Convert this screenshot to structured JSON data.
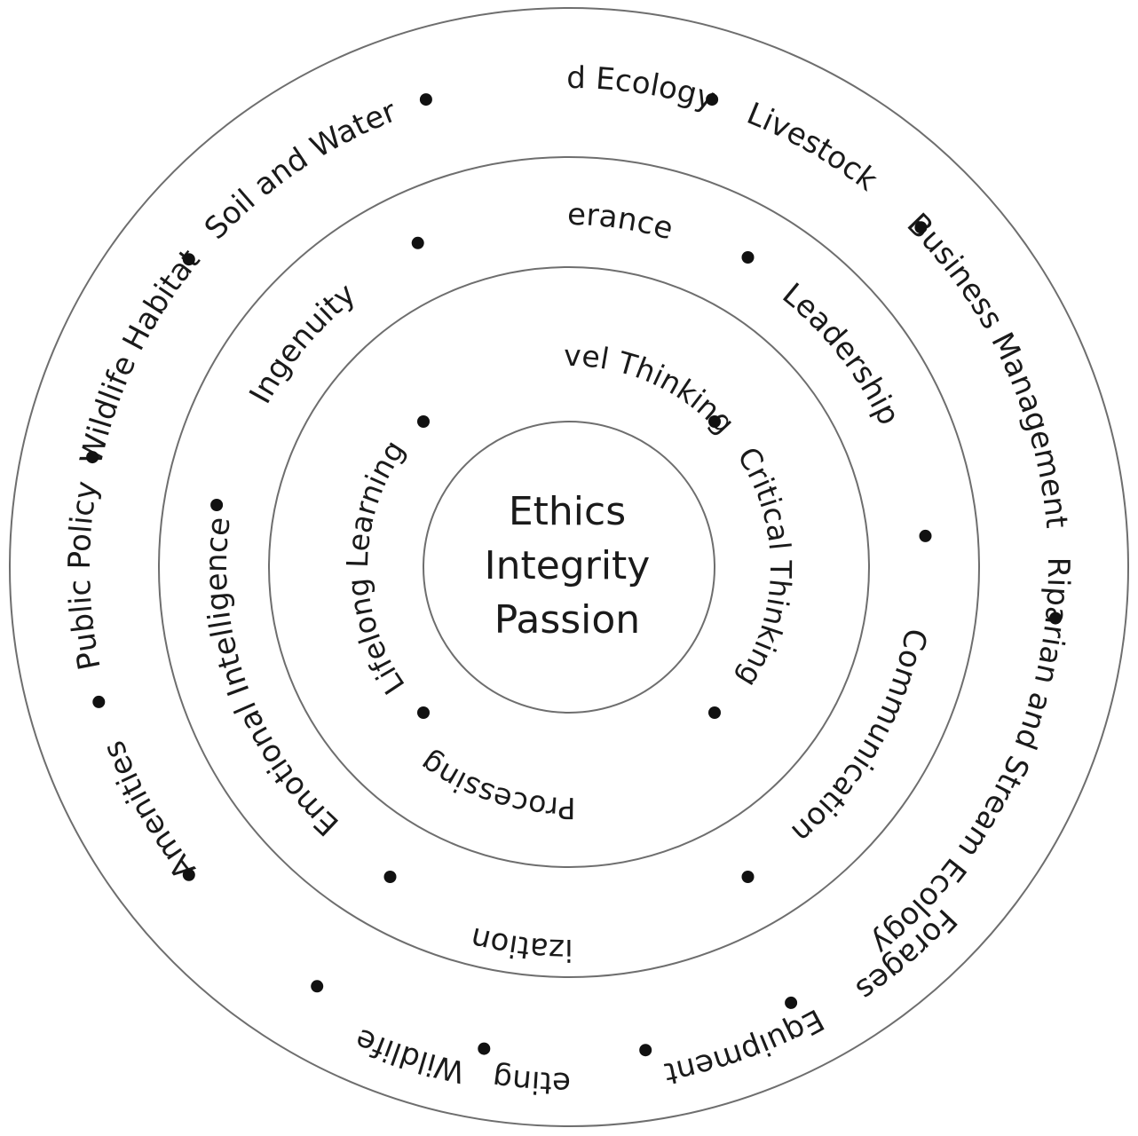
{
  "center": [
    "Ethics",
    "Integrity",
    "Passion"
  ],
  "rings": [
    {
      "name": "inner-ring",
      "items": [
        {
          "label": "Systems Level Thinking",
          "angle": 0
        },
        {
          "label": "Critical Thinking",
          "angle": 90
        },
        {
          "label": "Scientific Processing",
          "angle": 180
        },
        {
          "label": "Lifelong Learning",
          "angle": 270
        }
      ],
      "dots": [
        45,
        135,
        225,
        315
      ]
    },
    {
      "name": "middle-ring",
      "items": [
        {
          "label": "Perseverance",
          "angle": 0
        },
        {
          "label": "Leadership",
          "angle": 52
        },
        {
          "label": "Communication",
          "angle": 120
        },
        {
          "label": "Organization",
          "angle": 180
        },
        {
          "label": "Emotional Intelligence",
          "angle": 250
        },
        {
          "label": "Ingenuity",
          "angle": 310
        }
      ],
      "dots": [
        30,
        85,
        150,
        210,
        280,
        335
      ]
    },
    {
      "name": "outer-ring",
      "items": [
        {
          "label": "Rangeland Ecology",
          "angle": 0
        },
        {
          "label": "Livestock",
          "angle": 30
        },
        {
          "label": "Business Management",
          "angle": 65
        },
        {
          "label": "Riparian and Stream Ecology",
          "angle": 115
        },
        {
          "label": "Wildlife",
          "angle": 162
        },
        {
          "label": "Marketing",
          "angle": 180
        },
        {
          "label": "Equipment",
          "angle": 200
        },
        {
          "label": "Forages",
          "angle": 221
        },
        {
          "label": "Amenities",
          "angle": 240
        },
        {
          "label": "Public Policy",
          "angle": 269
        },
        {
          "label": "Wildlife Habitat",
          "angle": 296
        },
        {
          "label": "Soil and Water",
          "angle": 326
        }
      ],
      "dots": [
        17,
        46,
        96,
        153,
        171,
        190,
        211,
        231,
        254,
        283,
        309,
        343
      ]
    }
  ]
}
